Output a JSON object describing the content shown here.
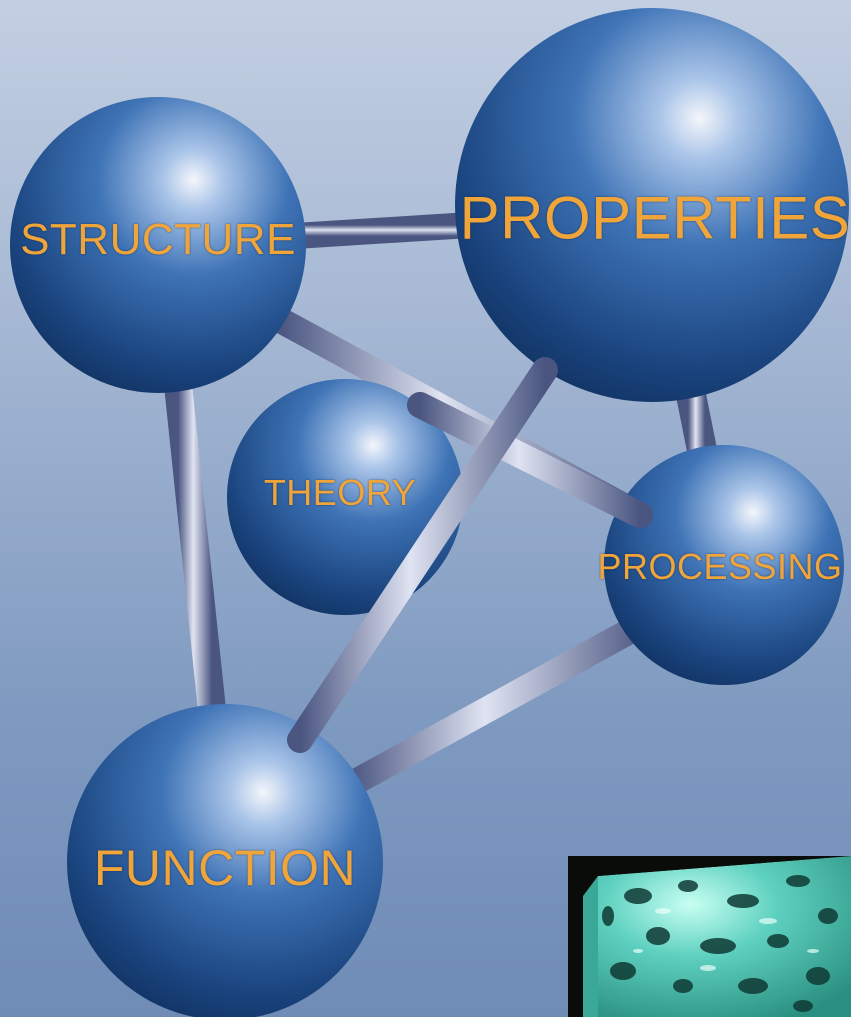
{
  "nodes": {
    "structure": {
      "label": "STRUCTURE"
    },
    "properties": {
      "label": "PROPERTIES"
    },
    "theory": {
      "label": "THEORY"
    },
    "processing": {
      "label": "PROCESSING"
    },
    "function": {
      "label": "FUNCTION"
    }
  },
  "connections": [
    [
      "structure",
      "properties"
    ],
    [
      "structure",
      "processing"
    ],
    [
      "structure",
      "function"
    ],
    [
      "properties",
      "processing"
    ],
    [
      "properties",
      "function"
    ],
    [
      "processing",
      "function"
    ]
  ],
  "colors": {
    "label_text": "#f0a53a",
    "sphere": "#1f4f8f",
    "background": "#a2b5d2",
    "inset_material": "#5fd1c0"
  },
  "inset": {
    "description_icon": "porous-material-render"
  }
}
